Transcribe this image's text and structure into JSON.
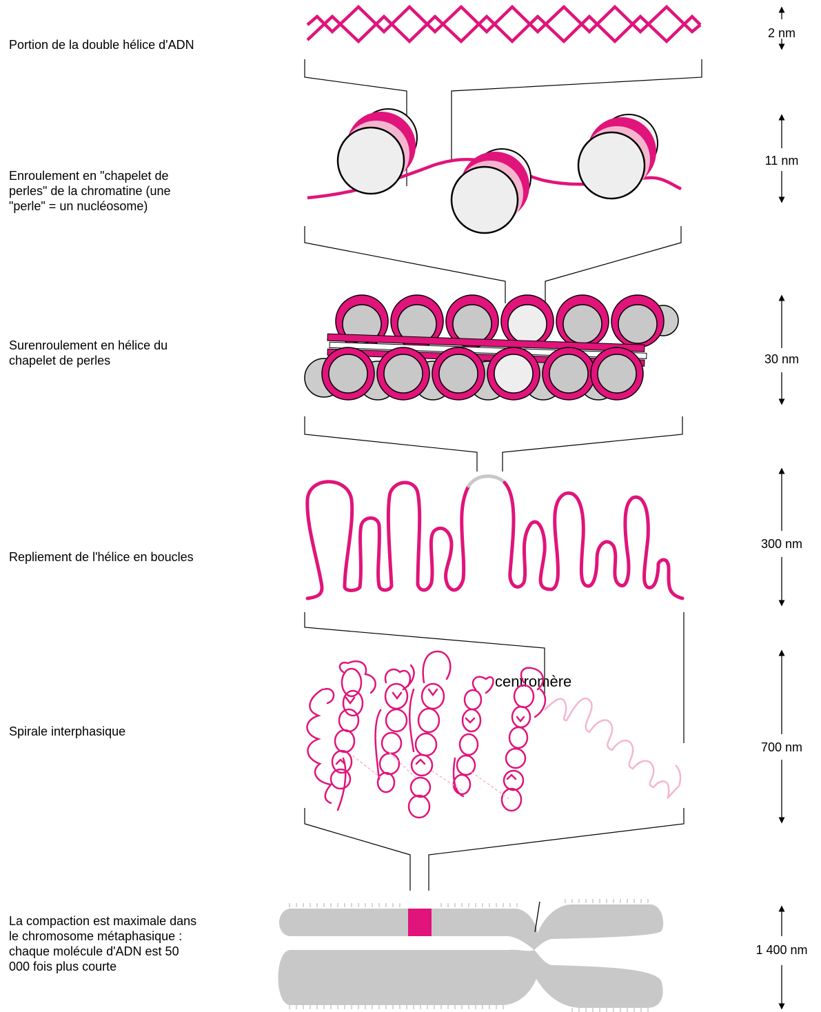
{
  "colors": {
    "magenta": "#e0147a",
    "gray": "#c8c8c8",
    "light_pink": "#f4b6cf"
  },
  "levels": [
    {
      "label": "Portion de la double hélice d'ADN",
      "scale": "2 nm"
    },
    {
      "label": "Enroulement en \"chapelet de perles\" de la chromatine (une \"perle\" = un nucléosome)",
      "scale": "11 nm"
    },
    {
      "label": "Surenroulement en hélice du chapelet de perles",
      "scale": "30 nm"
    },
    {
      "label": "Repliement de l'hélice en boucles",
      "scale": "300 nm"
    },
    {
      "label": "Spirale interphasique",
      "scale": "700 nm"
    },
    {
      "label": "La compaction est maximale dans le chromosome métaphasique : chaque molécule d'ADN est 50 000 fois plus courte",
      "scale": "1 400 nm"
    }
  ],
  "centromere_label": "centromère"
}
